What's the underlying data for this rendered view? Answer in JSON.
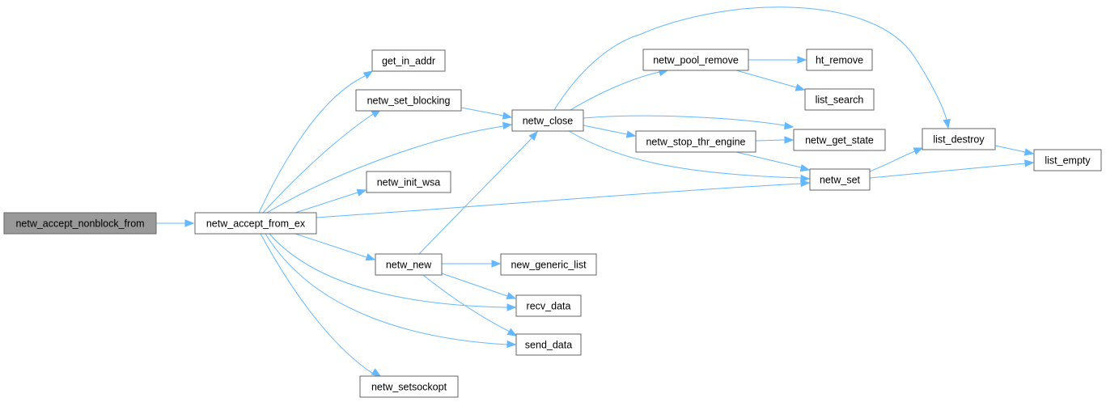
{
  "graph": {
    "nodes": [
      {
        "id": "netw_accept_nonblock_from",
        "label": "netw_accept_nonblock_from",
        "root": true
      },
      {
        "id": "netw_accept_from_ex",
        "label": "netw_accept_from_ex"
      },
      {
        "id": "get_in_addr",
        "label": "get_in_addr"
      },
      {
        "id": "netw_set_blocking",
        "label": "netw_set_blocking"
      },
      {
        "id": "netw_init_wsa",
        "label": "netw_init_wsa"
      },
      {
        "id": "netw_new",
        "label": "netw_new"
      },
      {
        "id": "netw_setsockopt",
        "label": "netw_setsockopt"
      },
      {
        "id": "netw_close",
        "label": "netw_close"
      },
      {
        "id": "new_generic_list",
        "label": "new_generic_list"
      },
      {
        "id": "recv_data",
        "label": "recv_data"
      },
      {
        "id": "send_data",
        "label": "send_data"
      },
      {
        "id": "netw_pool_remove",
        "label": "netw_pool_remove"
      },
      {
        "id": "netw_stop_thr_engine",
        "label": "netw_stop_thr_engine"
      },
      {
        "id": "ht_remove",
        "label": "ht_remove"
      },
      {
        "id": "list_search",
        "label": "list_search"
      },
      {
        "id": "netw_get_state",
        "label": "netw_get_state"
      },
      {
        "id": "netw_set",
        "label": "netw_set"
      },
      {
        "id": "list_destroy",
        "label": "list_destroy"
      },
      {
        "id": "list_empty",
        "label": "list_empty"
      }
    ],
    "edges": [
      [
        "netw_accept_nonblock_from",
        "netw_accept_from_ex"
      ],
      [
        "netw_accept_from_ex",
        "get_in_addr"
      ],
      [
        "netw_accept_from_ex",
        "netw_set_blocking"
      ],
      [
        "netw_accept_from_ex",
        "netw_close"
      ],
      [
        "netw_accept_from_ex",
        "netw_init_wsa"
      ],
      [
        "netw_accept_from_ex",
        "netw_set"
      ],
      [
        "netw_accept_from_ex",
        "netw_new"
      ],
      [
        "netw_accept_from_ex",
        "recv_data"
      ],
      [
        "netw_accept_from_ex",
        "send_data"
      ],
      [
        "netw_accept_from_ex",
        "netw_setsockopt"
      ],
      [
        "netw_set_blocking",
        "netw_close"
      ],
      [
        "netw_new",
        "netw_close"
      ],
      [
        "netw_new",
        "new_generic_list"
      ],
      [
        "netw_new",
        "recv_data"
      ],
      [
        "netw_new",
        "send_data"
      ],
      [
        "netw_close",
        "netw_pool_remove"
      ],
      [
        "netw_close",
        "list_destroy"
      ],
      [
        "netw_close",
        "netw_get_state"
      ],
      [
        "netw_close",
        "netw_stop_thr_engine"
      ],
      [
        "netw_close",
        "netw_set"
      ],
      [
        "netw_pool_remove",
        "ht_remove"
      ],
      [
        "netw_pool_remove",
        "list_search"
      ],
      [
        "netw_stop_thr_engine",
        "netw_get_state"
      ],
      [
        "netw_stop_thr_engine",
        "netw_set"
      ],
      [
        "netw_set",
        "list_destroy"
      ],
      [
        "netw_set",
        "list_empty"
      ],
      [
        "list_destroy",
        "list_empty"
      ]
    ]
  },
  "colors": {
    "edge": "#63b8ff",
    "node_border": "#666666",
    "node_fill": "#ffffff",
    "root_fill": "#999999"
  }
}
